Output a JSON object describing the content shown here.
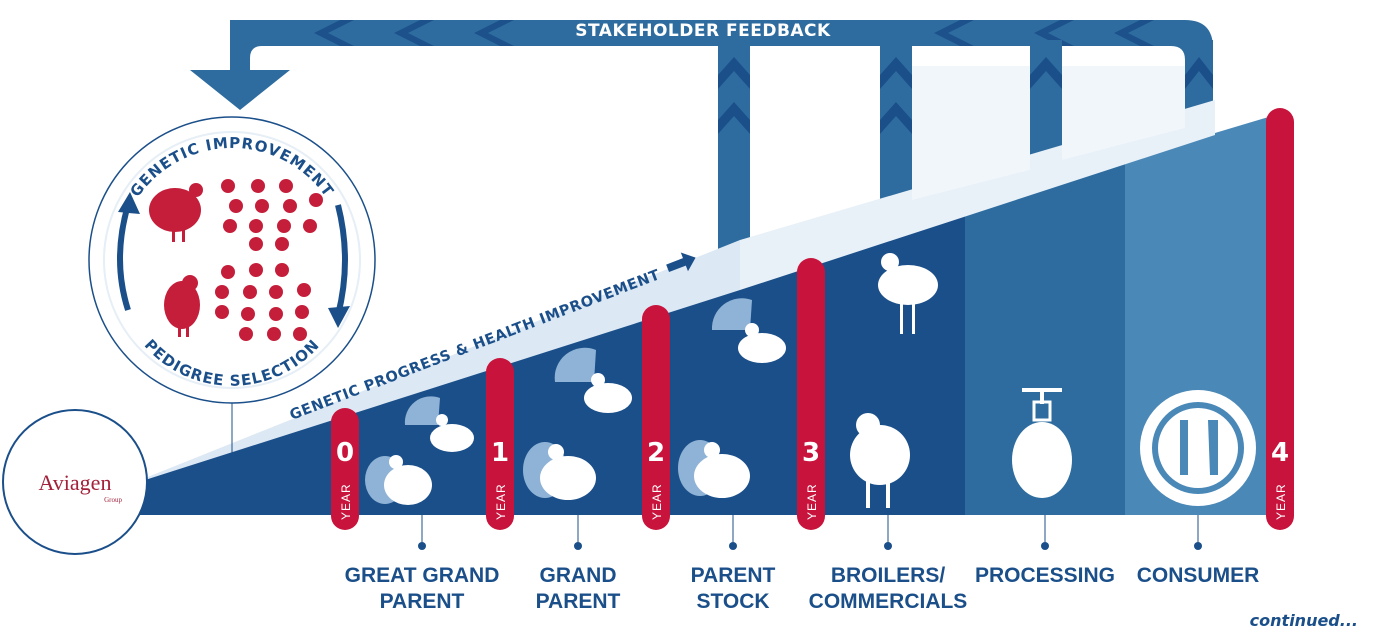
{
  "feedback": {
    "label": "STAKEHOLDER FEEDBACK"
  },
  "cycle": {
    "top_label": "GENETIC IMPROVEMENT",
    "bottom_label": "PEDIGREE SELECTION"
  },
  "diagonal_label": "GENETIC PROGRESS & HEALTH IMPROVEMENT",
  "logo": {
    "name": "Aviagen",
    "sub": "Group"
  },
  "year_word": "YEAR",
  "years": [
    "0",
    "1",
    "2",
    "3",
    "4"
  ],
  "stages": [
    {
      "line1": "GREAT GRAND",
      "line2": "PARENT"
    },
    {
      "line1": "GRAND",
      "line2": "PARENT"
    },
    {
      "line1": "PARENT",
      "line2": "STOCK"
    },
    {
      "line1": "BROILERS/",
      "line2": "COMMERCIALS"
    },
    {
      "line1": "PROCESSING",
      "line2": ""
    },
    {
      "line1": "CONSUMER",
      "line2": ""
    }
  ],
  "footer": {
    "continued": "continued..."
  },
  "colors": {
    "navy": "#1b4f8a",
    "mid_blue": "#2e6c9f",
    "light_blue": "#4a88b8",
    "pale_blue": "#dce8f3",
    "red": "#c8143c",
    "bird_red": "#c41e3a"
  }
}
